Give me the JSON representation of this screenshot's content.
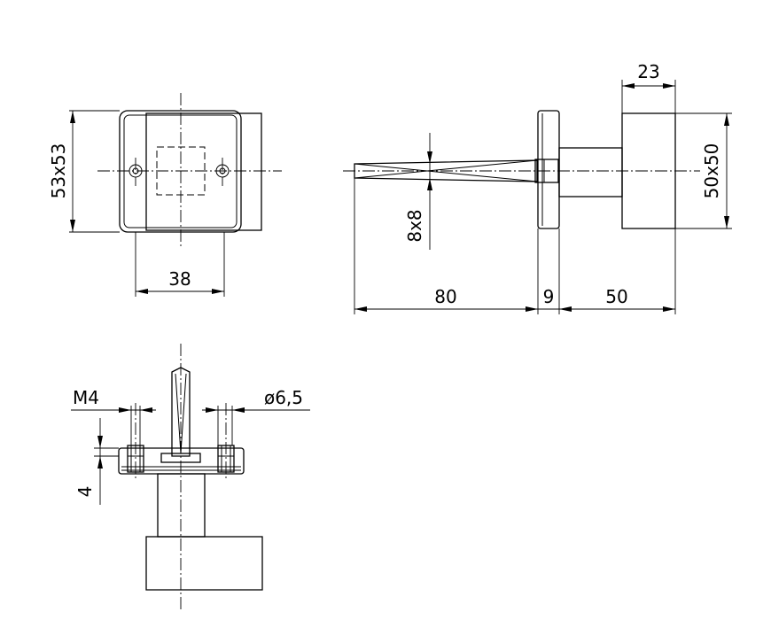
{
  "colors": {
    "line": "#000000",
    "background": "#ffffff"
  },
  "labels": {
    "front_square": "53x53",
    "front_width": "38",
    "side_probe_length": "80",
    "side_flange": "9",
    "side_head_length": "50",
    "side_head_width": "23",
    "side_head_square": "50x50",
    "side_probe_section": "8x8",
    "top_thread": "M4",
    "top_hole_diameter": "ø6,5",
    "top_plate_thickness": "4"
  }
}
